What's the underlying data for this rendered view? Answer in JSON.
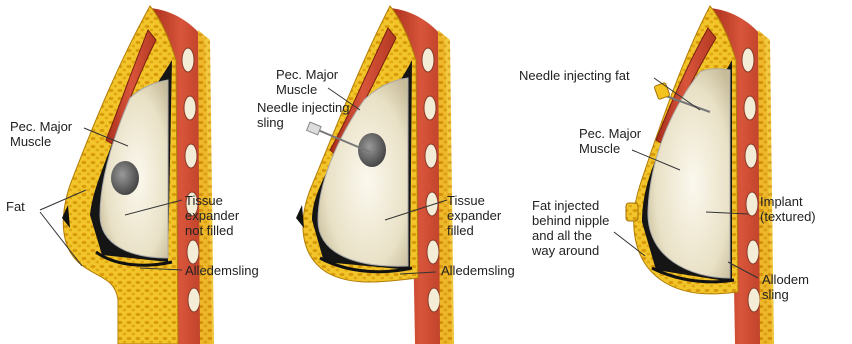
{
  "panels": [
    {
      "labels": {
        "pec_major": "Pec. Major\nMuscle",
        "fat": "Fat",
        "tissue_expander": "Tissue\nexpander\nnot filled",
        "sling": "Alledemsling"
      }
    },
    {
      "labels": {
        "pec_major": "Pec. Major\nMuscle",
        "needle": "Needle injecting\nsling",
        "tissue_expander": "Tissue\nexpander\nfilled",
        "sling": "Alledemsling"
      }
    },
    {
      "labels": {
        "needle": "Needle injecting fat",
        "pec_major": "Pec. Major\nMuscle",
        "fat_injected": "Fat injected\nbehind nipple\nand all the\nway around",
        "implant": "Implant\n(textured)",
        "sling": "Allodem\nsling"
      }
    }
  ],
  "colors": {
    "fat": "#f0c020",
    "fat_dots": "#c48a08",
    "muscle": "#c8402a",
    "muscle_light": "#e07a50",
    "implant": "#ece6cf",
    "implant_shadow": "#c9bfa2",
    "rib": "#f3ecd6",
    "outline": "#111111",
    "leader": "#333333"
  }
}
